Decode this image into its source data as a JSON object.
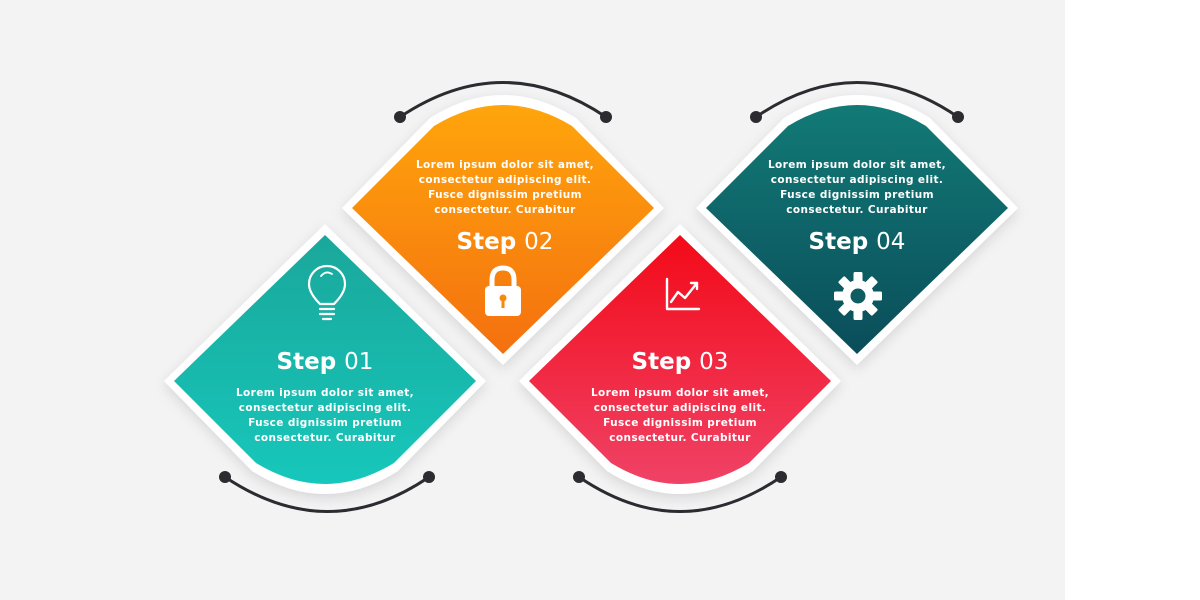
{
  "steps": [
    {
      "label": "Step",
      "number": "01",
      "icon": "lightbulb-icon",
      "color_top": "#1aa79b",
      "color_bottom": "#17c7bb",
      "text": [
        "Lorem ipsum dolor sit amet,",
        "consectetur adipiscing elit.",
        "Fusce dignissim pretium",
        "consectetur. Curabitur"
      ]
    },
    {
      "label": "Step",
      "number": "02",
      "icon": "padlock-icon",
      "color_top": "#ffa50c",
      "color_bottom": "#f4700f",
      "text": [
        "Lorem ipsum dolor sit amet,",
        "consectetur adipiscing elit.",
        "Fusce dignissim pretium",
        "consectetur. Curabitur"
      ]
    },
    {
      "label": "Step",
      "number": "03",
      "icon": "growth-chart-icon",
      "color_top": "#f30a18",
      "color_bottom": "#f04266",
      "text": [
        "Lorem ipsum dolor sit amet,",
        "consectetur adipiscing elit.",
        "Fusce dignissim pretium",
        "consectetur. Curabitur"
      ]
    },
    {
      "label": "Step",
      "number": "04",
      "icon": "gear-icon",
      "color_top": "#127a76",
      "color_bottom": "#0a4d5a",
      "text": [
        "Lorem ipsum dolor sit amet,",
        "consectetur adipiscing elit.",
        "Fusce dignissim pretium",
        "consectetur. Curabitur"
      ]
    }
  ]
}
